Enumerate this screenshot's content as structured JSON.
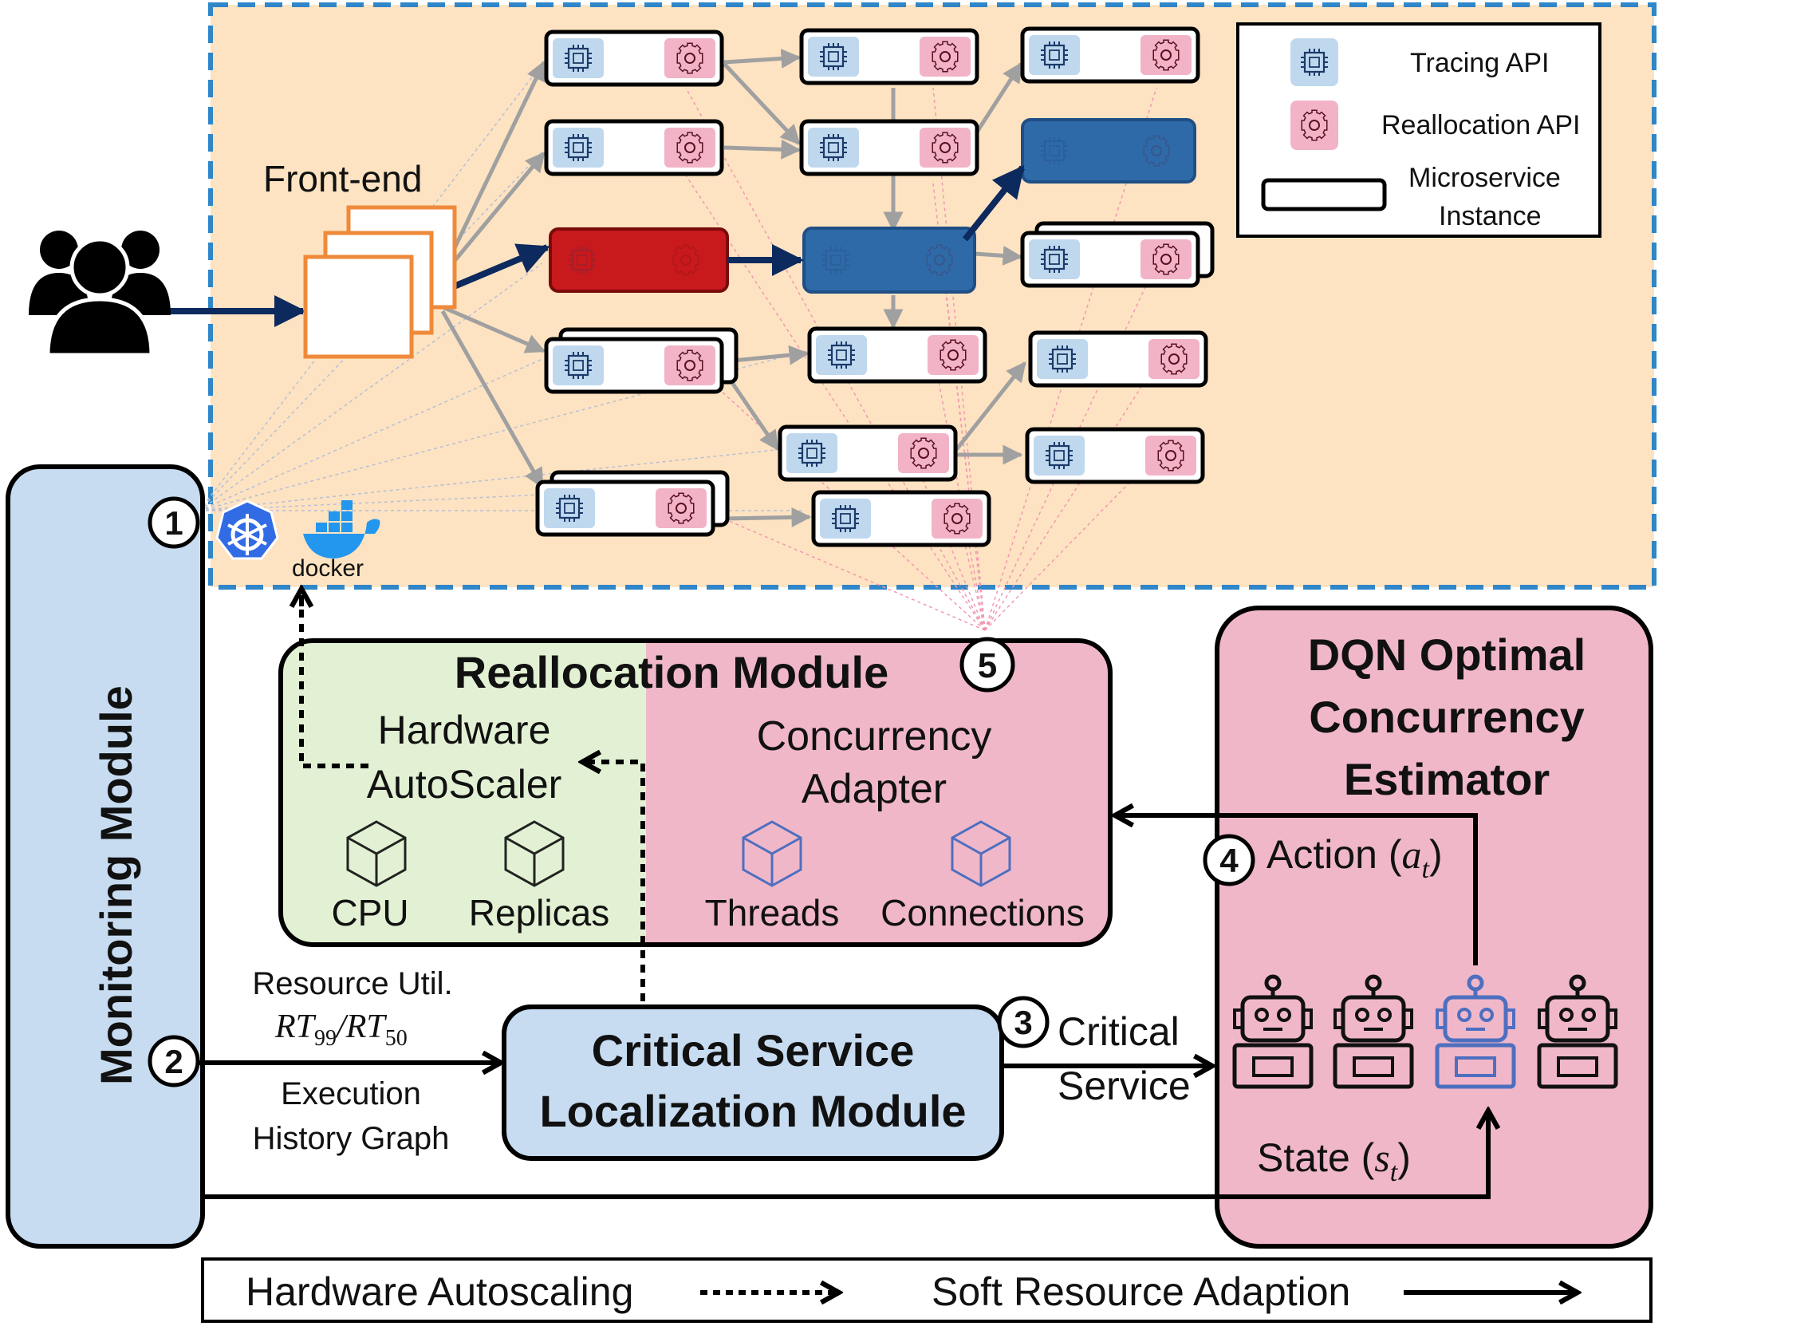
{
  "cluster": {
    "frontend_label": "Front-end",
    "platform_icons": [
      "kubernetes-icon",
      "docker-icon"
    ],
    "docker_text": "docker"
  },
  "legend": {
    "tracing": "Tracing API",
    "reallocation": "Reallocation API",
    "instance_line1": "Microservice",
    "instance_line2": "Instance"
  },
  "steps": [
    "1",
    "2",
    "3",
    "4",
    "5"
  ],
  "monitoring": {
    "title": "Monitoring Module"
  },
  "reallocation_module": {
    "title": "Reallocation Module",
    "hardware_line1": "Hardware",
    "hardware_line2": "AutoScaler",
    "cpu": "CPU",
    "replicas": "Replicas",
    "concurrency_line1": "Concurrency",
    "concurrency_line2": "Adapter",
    "threads": "Threads",
    "connections": "Connections"
  },
  "inputs": {
    "resource_util": "Resource Util.",
    "rt99": "RT",
    "rt99_sub": "99",
    "slash": "/",
    "rt50": "RT",
    "rt50_sub": "50",
    "execution_line1": "Execution",
    "execution_line2": "History Graph"
  },
  "csl": {
    "line1": "Critical Service",
    "line2": "Localization Module"
  },
  "critical": {
    "line1": "Critical",
    "line2": "Service"
  },
  "dqn": {
    "title_line1": "DQN Optimal",
    "title_line2": "Concurrency",
    "title_line3": "Estimator",
    "action": "Action (",
    "action_var": "a",
    "action_sub": "t",
    "action_close": ")",
    "state": "State (",
    "state_var": "s",
    "state_sub": "t",
    "state_close": ")"
  },
  "bottom_legend": {
    "hardware": "Hardware Autoscaling",
    "soft": "Soft Resource Adaption"
  },
  "colors": {
    "cluster_bg": "#fde3c2",
    "cluster_border": "#2f86c8",
    "monitor_fill": "#c7dcf1",
    "realloc_green": "#e2f1d3",
    "realloc_pink": "#f0b7c9",
    "csl_fill": "#c7dcf1",
    "dqn_fill": "#f0b7c9",
    "critical_red": "#c8191c",
    "critical_blue": "#2f6aa8",
    "frontend_orange": "#ef8a3a",
    "navy": "#0d2a5e",
    "cube_blue": "#4e6fbf"
  }
}
